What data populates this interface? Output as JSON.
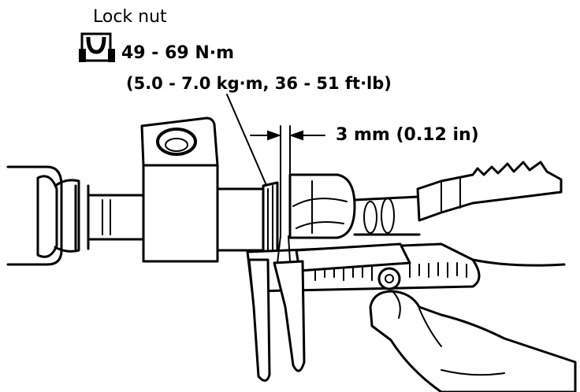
{
  "labels": {
    "part_name": "Lock nut",
    "torque_nm": "49 - 69 N·m",
    "torque_alt": "(5.0 - 7.0 kg·m, 36 - 51 ft·lb)",
    "clearance": "3 mm (0.12 in)"
  },
  "icons": {
    "torque_symbol": "torque-wrench-icon"
  }
}
